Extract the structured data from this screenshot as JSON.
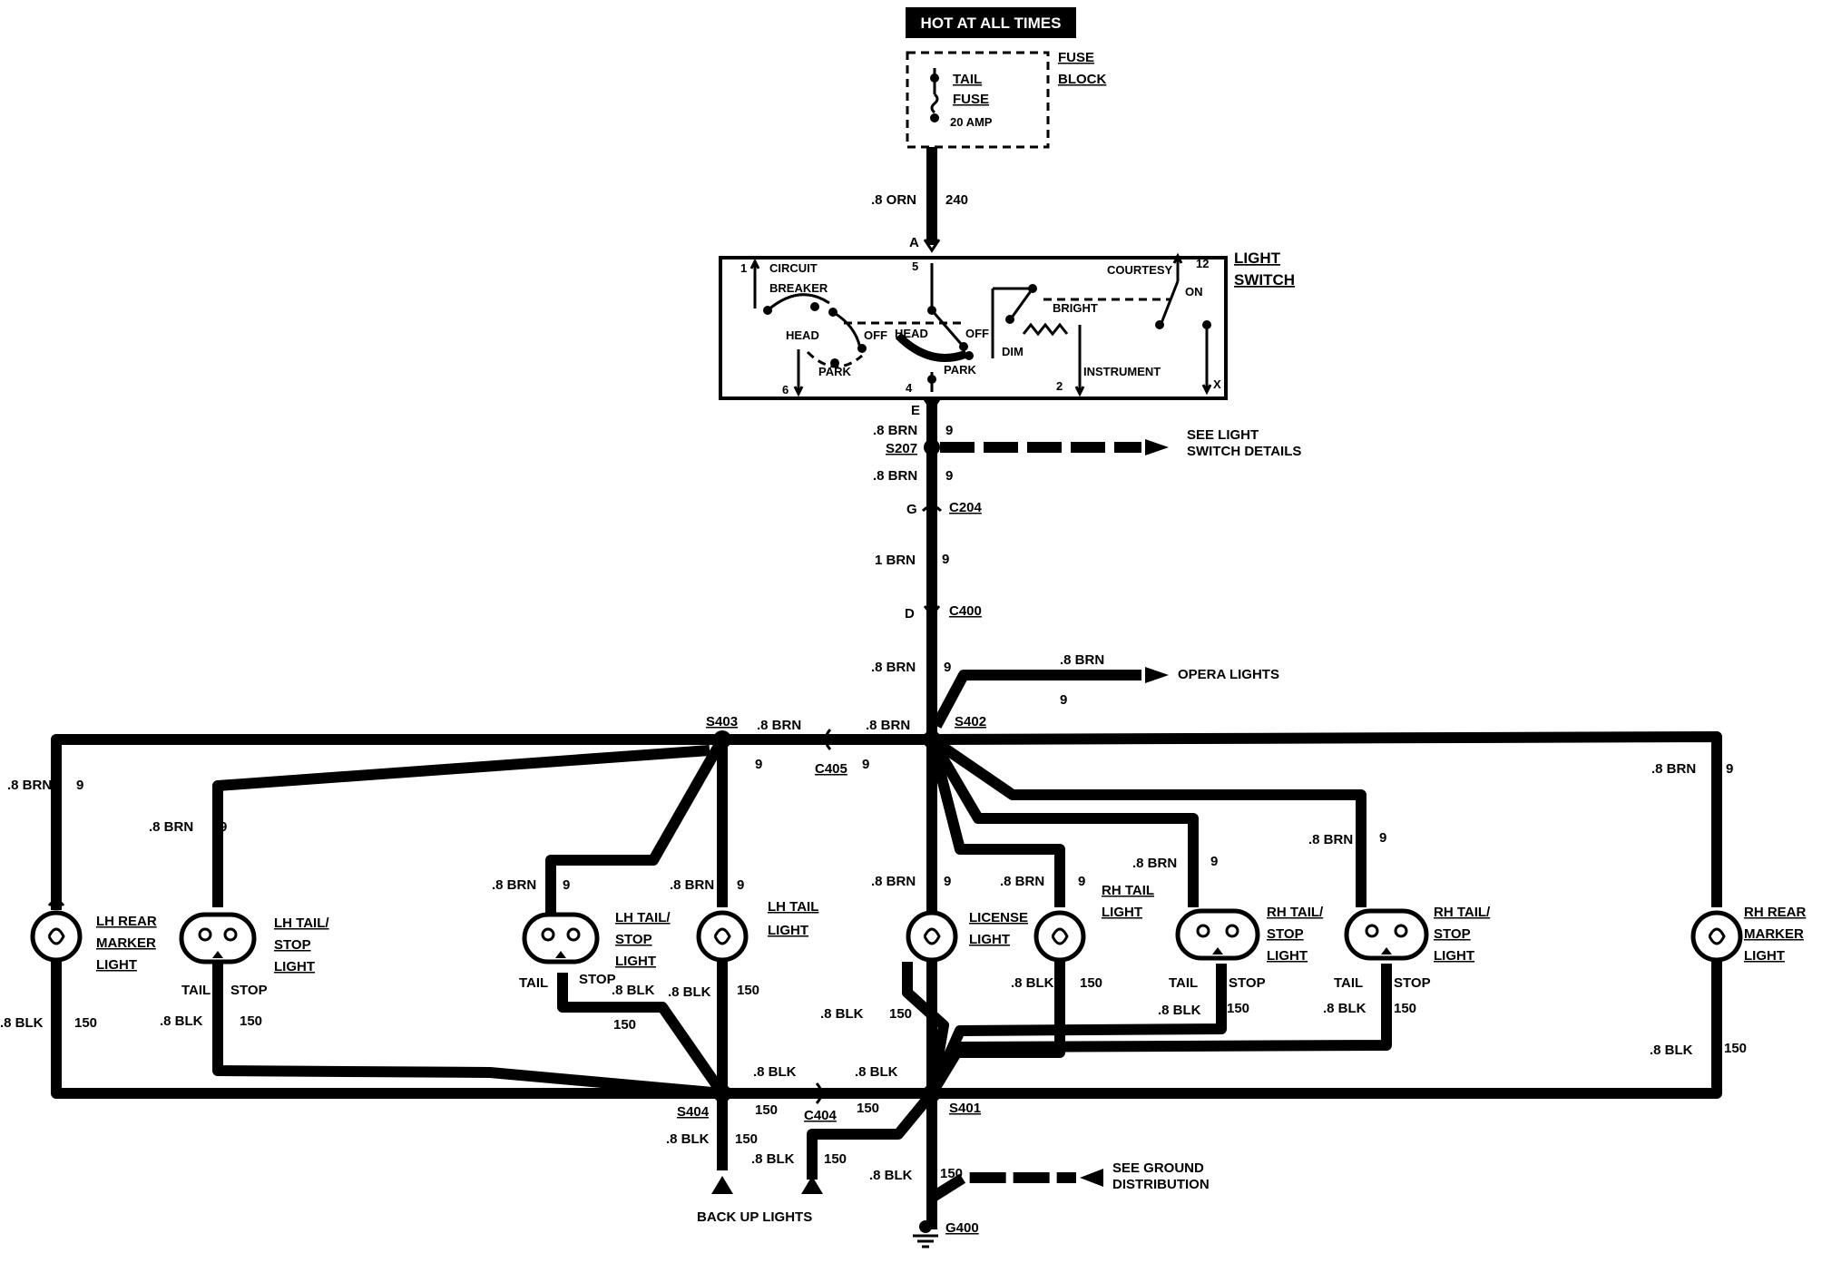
{
  "header": {
    "hot": "HOT AT ALL TIMES"
  },
  "fuse": {
    "label1": "FUSE",
    "label2": "BLOCK",
    "name1": "TAIL",
    "name2": "FUSE",
    "rating": "20 AMP"
  },
  "feed": {
    "wire": ".8 ORN",
    "circuit": "240",
    "pin": "A"
  },
  "switch": {
    "label1": "LIGHT",
    "label2": "SWITCH",
    "pin1": "1",
    "pin5": "5",
    "pin6": "6",
    "pin4": "4",
    "pin2": "2",
    "pin12": "12",
    "pinx": "X",
    "circuit_breaker1": "CIRCUIT",
    "circuit_breaker2": "BREAKER",
    "head_left": "HEAD",
    "off_left": "OFF",
    "park_left": "PARK",
    "head_mid": "HEAD",
    "off_mid": "OFF",
    "park_mid": "PARK",
    "courtesy": "COURTESY",
    "on": "ON",
    "bright": "BRIGHT",
    "dim": "DIM",
    "instrument": "INSTRUMENT"
  },
  "trunk": {
    "pin_e": "E",
    "w1": ".8 BRN",
    "c1": "9",
    "s207": "S207",
    "see_light1": "SEE LIGHT",
    "see_light2": "SWITCH DETAILS",
    "w2": ".8 BRN",
    "c2": "9",
    "pin_g": "G",
    "c204": "C204",
    "w3": "1 BRN",
    "c3": "9",
    "pin_d": "D",
    "c400": "C400",
    "w4": ".8 BRN",
    "c4": "9",
    "opera_wire": ".8 BRN",
    "opera_circuit": "9",
    "opera_label": "OPERA LIGHTS"
  },
  "splices": {
    "s403": "S403",
    "s402": "S402",
    "s404": "S404",
    "s401": "S401",
    "c405": "C405",
    "c404": "C404",
    "g400": "G400"
  },
  "links": {
    "s403_wire": ".8 BRN",
    "s403_circuit": "9",
    "s402_wire": ".8 BRN",
    "s402_circuit": "9",
    "gnd_wire_left": ".8 BLK",
    "gnd_circuit_left": "150",
    "gnd_wire_right": ".8 BLK",
    "gnd_circuit_right": "150"
  },
  "lamps": {
    "lh_marker": {
      "n1": "LH REAR",
      "n2": "MARKER",
      "n3": "LIGHT",
      "wire_top": ".8 BRN",
      "circ_top": "9",
      "wire_bot": ".8 BLK",
      "circ_bot": "150"
    },
    "lh_tail_a": {
      "n1": "LH TAIL/",
      "n2": "STOP",
      "n3": "LIGHT",
      "wire_top": ".8 BRN",
      "circ_top": "9",
      "wire_bot": ".8 BLK",
      "circ_bot": "150",
      "tail": "TAIL",
      "stop": "STOP"
    },
    "lh_tail_b": {
      "n1": "LH TAIL/",
      "n2": "STOP",
      "n3": "LIGHT",
      "wire_top": ".8 BRN",
      "circ_top": "9",
      "wire_bot": ".8 BLK",
      "circ_bot": "150",
      "tail": "TAIL",
      "stop": "STOP"
    },
    "lh_tail": {
      "n1": "LH TAIL",
      "n2": "LIGHT",
      "wire_top": ".8 BRN",
      "circ_top": "9",
      "wire_bot": ".8 BLK",
      "circ_bot": "150"
    },
    "license": {
      "n1": "LICENSE",
      "n2": "LIGHT",
      "wire_top": ".8 BRN",
      "circ_top": "9",
      "wire_bot": ".8 BLK",
      "circ_bot": "150"
    },
    "rh_tail": {
      "n1": "RH TAIL",
      "n2": "LIGHT",
      "wire_top": ".8 BRN",
      "circ_top": "9",
      "wire_bot": ".8 BLK",
      "circ_bot": "150"
    },
    "rh_tail_a": {
      "n1": "RH TAIL/",
      "n2": "STOP",
      "n3": "LIGHT",
      "wire_top": ".8 BRN",
      "circ_top": "9",
      "wire_bot": ".8 BLK",
      "circ_bot": "150",
      "tail": "TAIL",
      "stop": "STOP"
    },
    "rh_tail_b": {
      "n1": "RH TAIL/",
      "n2": "STOP",
      "n3": "LIGHT",
      "wire_top": ".8 BRN",
      "circ_top": "9",
      "wire_bot": ".8 BLK",
      "circ_bot": "150",
      "tail": "TAIL",
      "stop": "STOP"
    },
    "rh_marker": {
      "n1": "RH REAR",
      "n2": "MARKER",
      "n3": "LIGHT",
      "wire_top": ".8 BRN",
      "circ_top": "9",
      "wire_bot": ".8 BLK",
      "circ_bot": "150"
    }
  },
  "bottom": {
    "backup_wire": ".8 BLK",
    "backup_circuit": "150",
    "backup_label": "BACK UP  LIGHTS",
    "c404_wire": ".8 BLK",
    "c404_circuit": "150",
    "g_wire": ".8 BLK",
    "g_circuit": "150",
    "see_ground1": "SEE GROUND",
    "see_ground2": "DISTRIBUTION"
  }
}
